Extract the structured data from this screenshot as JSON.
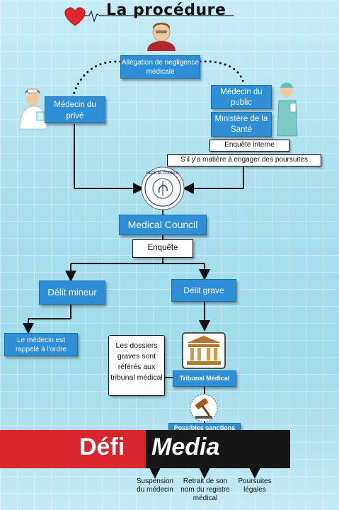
{
  "title": "La procédure",
  "nodes": {
    "allegation": "Allégation de negligence médicale",
    "medecin_prive": "Médecin du privé",
    "medecin_public": "Médecin du public",
    "ministere": "Ministère de la Santé",
    "enquete_interne": "Enquête interne",
    "poursuites_check": "S'il y'a matière à engager des poursuites",
    "medical_council": "Medical Council",
    "enquete": "Enquête",
    "delit_mineur": "Délit mineur",
    "delit_grave": "Délit grave",
    "rappele": "Le médecin est rappelé à l'ordre",
    "dossiers_graves": "Les dossiers graves sont référés aux tribunal médical",
    "tribunal": "Tribunal Médical",
    "sanctions": "Possibles sanctions",
    "suspension": "Suspension du médecin",
    "retrait": "Retrait de son nom du registre médical",
    "poursuites_legales": "Poursuites légales"
  },
  "seal_text": "MEDICAL COUNCIL",
  "banner": {
    "part1": "Défi",
    "part2": "Media"
  },
  "colors": {
    "box_blue": "#2f8fd6",
    "banner_red": "#d9262c",
    "banner_black": "#161616"
  },
  "icons": [
    "heart-icon",
    "patient-icon",
    "nurse-icon",
    "doctor-icon",
    "seal-icon",
    "courthouse-icon",
    "gavel-icon"
  ]
}
